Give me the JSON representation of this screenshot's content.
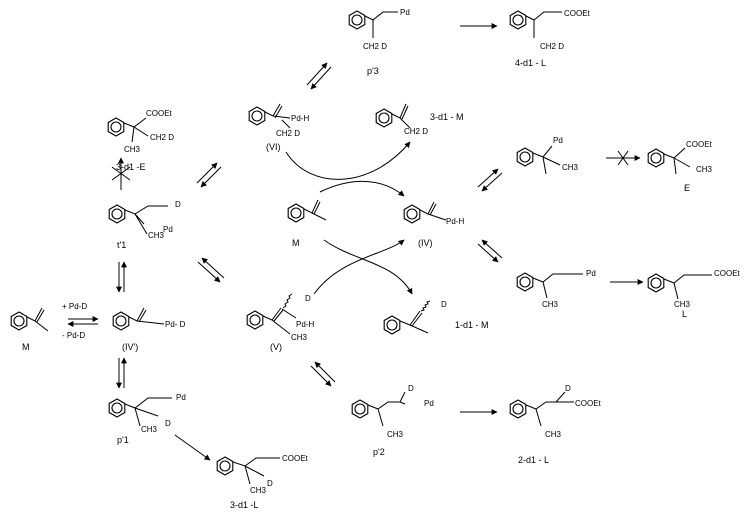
{
  "molecules": [
    {
      "id": "p3",
      "caption": "p'3",
      "labels": [
        "Pd",
        "CH2 D"
      ]
    },
    {
      "id": "l4",
      "caption": "4-d1 - L",
      "labels": [
        "COOEt",
        "CH2 D"
      ]
    },
    {
      "id": "vi",
      "caption": "(VI)",
      "labels": [
        "Pd-H",
        "CH2 D"
      ]
    },
    {
      "id": "m3",
      "caption": "3-d1 - M",
      "labels": [
        "CH2 D"
      ]
    },
    {
      "id": "e3",
      "caption": "3-d1 -E",
      "labels": [
        "COOEt",
        "CH2 D",
        "CH3"
      ]
    },
    {
      "id": "t1",
      "caption": "t'1",
      "labels": [
        "D",
        "Pd",
        "CH3"
      ]
    },
    {
      "id": "mc",
      "caption": "M",
      "labels": []
    },
    {
      "id": "iv",
      "caption": "(IV)",
      "labels": [
        "Pd-H"
      ]
    },
    {
      "id": "pe",
      "caption": "",
      "labels": [
        "Pd",
        "CH3"
      ]
    },
    {
      "id": "ee",
      "caption": "E",
      "labels": [
        "COOEt",
        "CH3"
      ]
    },
    {
      "id": "ml",
      "caption": "M",
      "labels": []
    },
    {
      "id": "ivp",
      "caption": "(IV')",
      "labels": [
        "Pd- D"
      ]
    },
    {
      "id": "v",
      "caption": "(V)",
      "labels": [
        "D",
        "Pd-H",
        "CH3"
      ]
    },
    {
      "id": "m1",
      "caption": "1-d1 - M",
      "labels": [
        "D"
      ]
    },
    {
      "id": "pl",
      "caption": "",
      "labels": [
        "Pd",
        "CH3"
      ]
    },
    {
      "id": "ll",
      "caption": "L",
      "labels": [
        "COOEt",
        "CH3"
      ]
    },
    {
      "id": "p1",
      "caption": "p'1",
      "labels": [
        "Pd",
        "CH3",
        "D"
      ]
    },
    {
      "id": "p2",
      "caption": "p'2",
      "labels": [
        "D",
        "Pd",
        "CH3"
      ]
    },
    {
      "id": "l2",
      "caption": "2-d1 - L",
      "labels": [
        "D",
        "COOEt",
        "CH3"
      ]
    },
    {
      "id": "l3",
      "caption": "3-d1 -L",
      "labels": [
        "COOEt",
        "D",
        "CH3"
      ]
    }
  ],
  "reagents": {
    "add": "+ Pd-D",
    "remove": "- Pd-D"
  }
}
